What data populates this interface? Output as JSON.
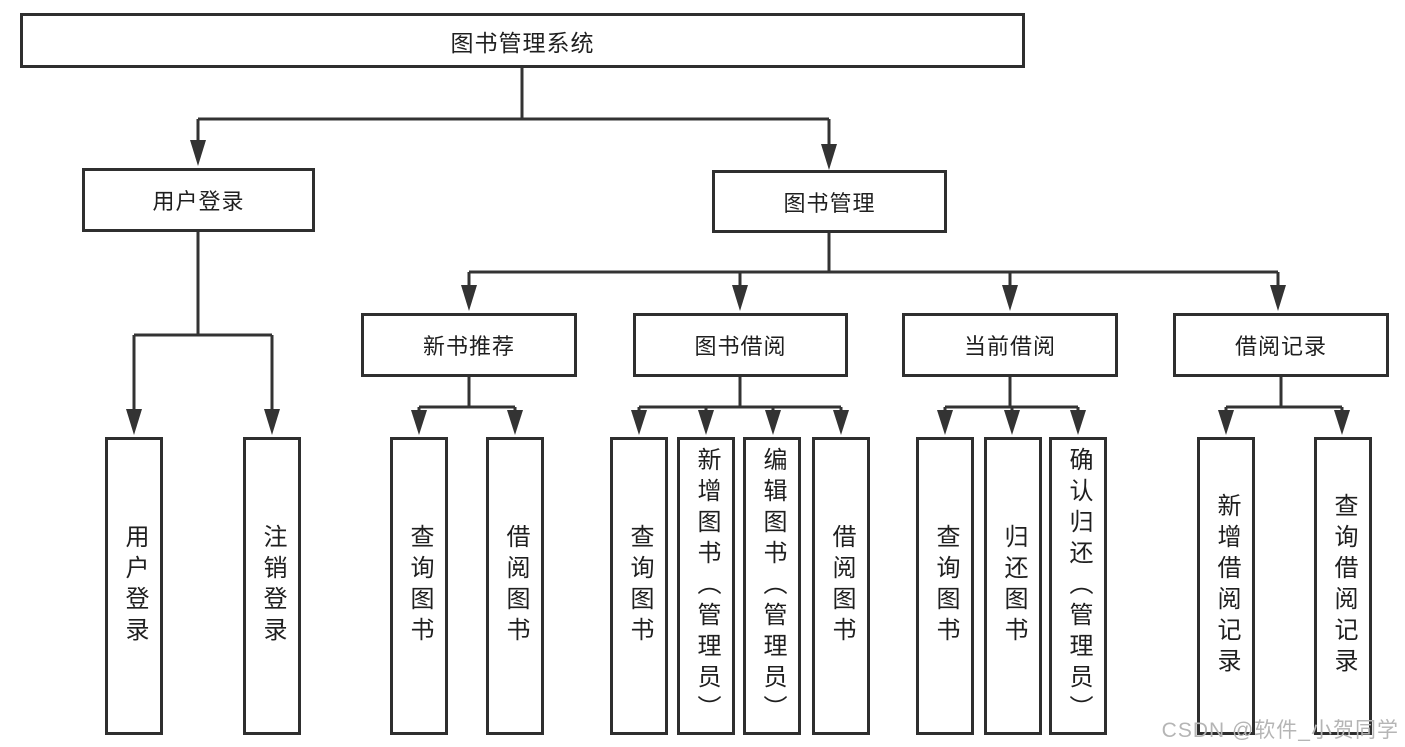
{
  "tree": {
    "root": {
      "label": "图书管理系统"
    },
    "level2": [
      {
        "label": "用户登录"
      },
      {
        "label": "图书管理"
      }
    ],
    "level3": [
      {
        "label": "新书推荐"
      },
      {
        "label": "图书借阅"
      },
      {
        "label": "当前借阅"
      },
      {
        "label": "借阅记录"
      }
    ],
    "leaves": [
      {
        "label": "用户登录"
      },
      {
        "label": "注销登录"
      },
      {
        "label": "查询图书"
      },
      {
        "label": "借阅图书"
      },
      {
        "label": "查询图书"
      },
      {
        "label": "新增图书（管理员）"
      },
      {
        "label": "编辑图书（管理员）"
      },
      {
        "label": "借阅图书"
      },
      {
        "label": "查询图书"
      },
      {
        "label": "归还图书"
      },
      {
        "label": "确认归还（管理员）"
      },
      {
        "label": "新增借阅记录"
      },
      {
        "label": "查询借阅记录"
      }
    ]
  },
  "watermark": {
    "text": "CSDN @软件_小贺同学"
  },
  "colors": {
    "line": "#333333",
    "box_border": "#2f2f2f",
    "text": "#1f1f1f",
    "watermark": "#b5b5b5",
    "background": "#ffffff"
  }
}
